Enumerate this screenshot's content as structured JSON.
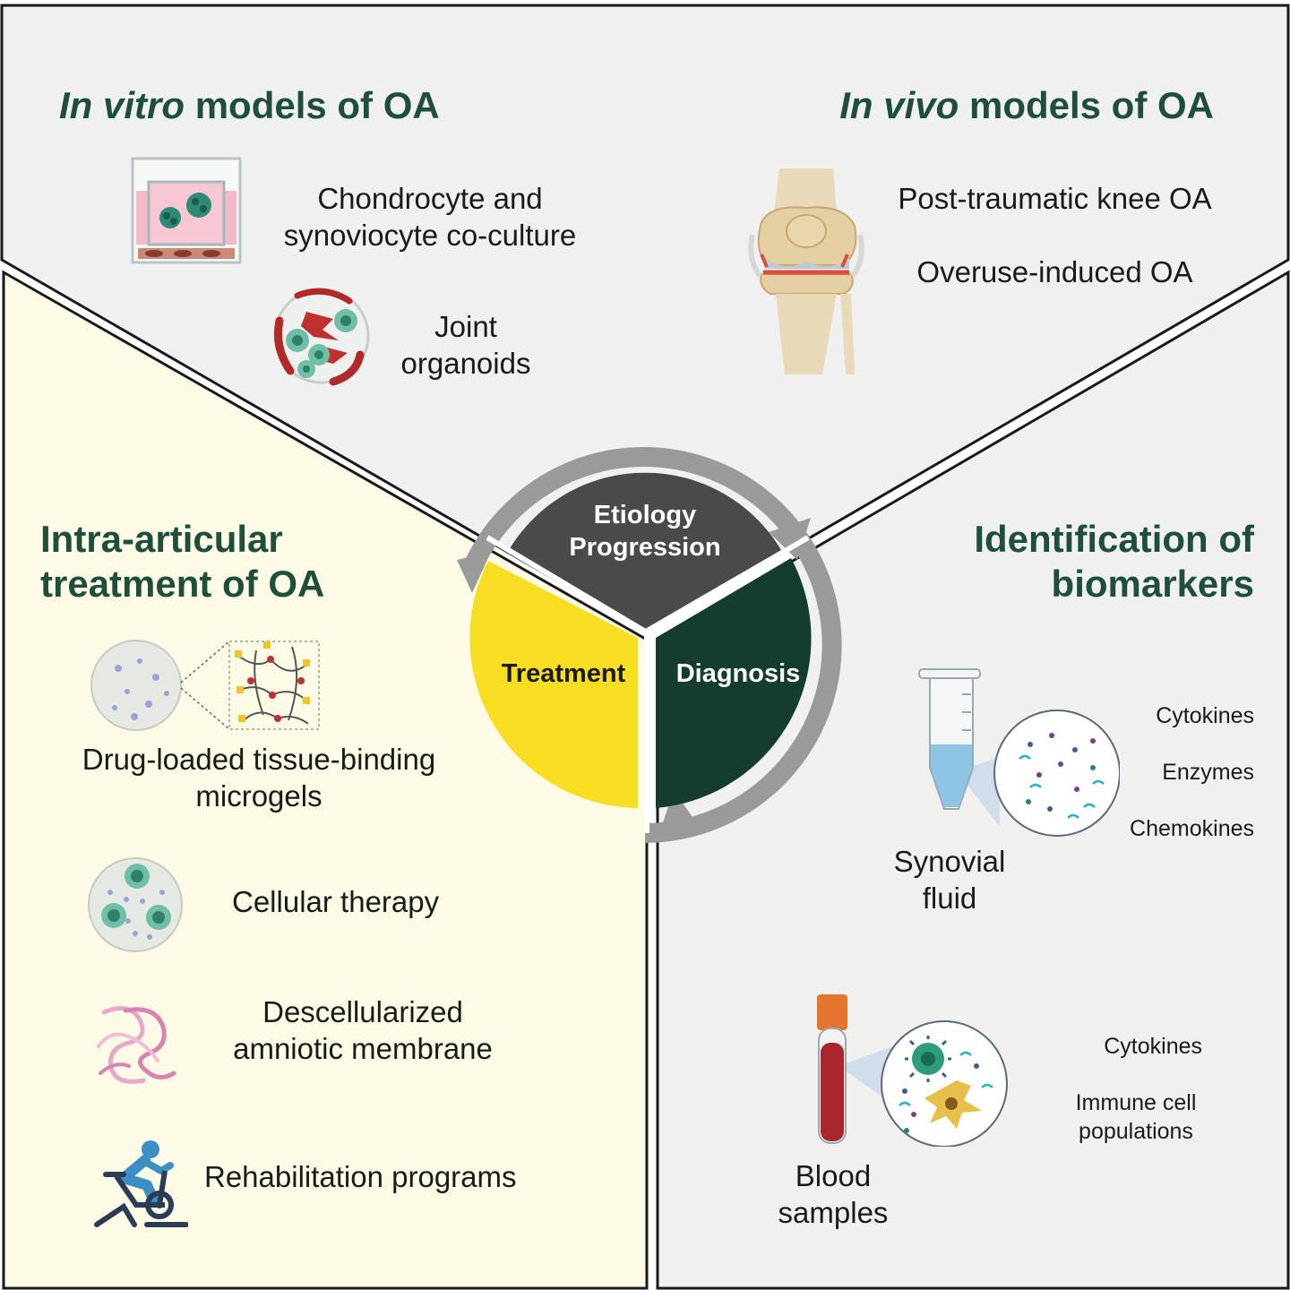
{
  "colors": {
    "heading": "#1f4e3d",
    "panel_top": "#f0f0f0",
    "panel_left": "#fdfbe6",
    "panel_right": "#f0f1ef",
    "etiology_segment": "#4a4a4c",
    "treatment_segment": "#f7de22",
    "diagnosis_segment": "#143d2e",
    "wheel_ring": "#9a9a9a"
  },
  "top_left": {
    "title_italic": "In vitro",
    "title_rest": "models of OA",
    "items": [
      {
        "icon": "transwell-culture-icon",
        "label_line1": "Chondrocyte and",
        "label_line2": "synoviocyte co-culture"
      },
      {
        "icon": "organoid-icon",
        "label_line1": "Joint",
        "label_line2": "organoids"
      }
    ]
  },
  "top_right": {
    "title_italic": "In vivo",
    "title_rest": "models of OA",
    "icon": "knee-joint-icon",
    "items": [
      "Post-traumatic knee OA",
      "Overuse-induced OA"
    ]
  },
  "left": {
    "title_line1": "Intra-articular",
    "title_line2": "treatment of OA",
    "items": [
      {
        "icon": "microgel-icon",
        "label_line1": "Drug-loaded tissue-binding",
        "label_line2": "microgels"
      },
      {
        "icon": "cell-sphere-icon",
        "label_line1": "Cellular therapy"
      },
      {
        "icon": "amniotic-membrane-icon",
        "label_line1": "Descellularized",
        "label_line2": "amniotic membrane"
      },
      {
        "icon": "exercise-bike-icon",
        "label_line1": "Rehabilitation programs"
      }
    ]
  },
  "right": {
    "title_line1": "Identification of",
    "title_line2": "biomarkers",
    "synovial": {
      "icon": "eppendorf-tube-icon",
      "label_line1": "Synovial",
      "label_line2": "fluid",
      "markers": [
        "Cytokines",
        "Enzymes",
        "Chemokines"
      ]
    },
    "blood": {
      "icon": "blood-tube-icon",
      "label_line1": "Blood",
      "label_line2": "samples",
      "markers": [
        "Cytokines",
        "Immune cell",
        "populations"
      ]
    }
  },
  "wheel": {
    "top_line1": "Etiology",
    "top_line2": "Progression",
    "left": "Treatment",
    "right": "Diagnosis"
  }
}
